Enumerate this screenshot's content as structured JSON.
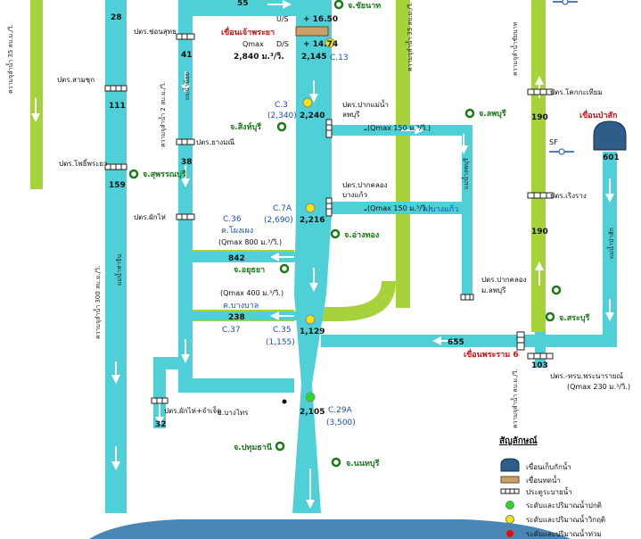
{
  "labels": {
    "flow_28": "28",
    "flow_111": "111",
    "flow_159": "159",
    "flow_41": "41",
    "flow_38": "38",
    "flow_32": "32",
    "flow_55": "55",
    "reg_1": "ปตร.ช่อนสุทธ",
    "reg_2": "ปตร.สามชุก",
    "reg_3": "ปตร.โพธิ์พระยา",
    "reg_4": "ปตร.ยางมณี",
    "reg_5": "ปตร.ผักไห่",
    "reg_6": "ปตร.ผักไห่+จำเจ็ด",
    "reg_7a": "ปตร.ปากแม่น้ำ",
    "reg_7b": "ลพบุรี",
    "reg_8a": "ปตร.ปากคลอง",
    "reg_8b": "บางแก้ว",
    "reg_9a": "ปตร.ปากคลอง",
    "reg_9b": "ม.ลพบุรี",
    "reg_10": "ปตร.โคกกะเทียม",
    "reg_11": "ปตร.เริงราง",
    "reg_12": "ปตร.-ทรบ.พระนารายณ์",
    "qmax_230": "(Qmax 230 ม.³/วิ.)",
    "us": "U/S",
    "ds": "D/S",
    "us_value": "+ 16.50",
    "ds_value": "+ 14.74",
    "dam_name": "เขื่อนเจ้าพระยา",
    "qmax": "Qmax",
    "qmax_value": "2,840 ม.³/วิ.",
    "flow_2145": "2,145",
    "c13": "C.13",
    "c3": "C.3",
    "c3_value": "(2,340)",
    "flow_2240": "2,240",
    "max_150_a": "(Qmax 150 ม.³/วิ.)",
    "max_150_b": "(Qmax 150 ม.³/วิ.)",
    "dash_a": "-",
    "dash_b": "-",
    "c7a": "C.7A",
    "c7a_value": "(2,690)",
    "flow_2216": "2,216",
    "bang_kaeo": "ค.บางแก้ว",
    "c36": "C.36",
    "phong_pheng": "ค.โผงเผง",
    "qmax_800": "(Qmax 800 ม.³/วิ.)",
    "flow_842": "842",
    "ayutthaya": "จ.อยุธยา",
    "qmax_400": "(Qmax 400 ม.³/วิ.)",
    "bang_ban": "ค.บางบาล",
    "flow_238": "238",
    "c37": "C.37",
    "c35": "C.35",
    "flow_1129": "1,129",
    "c35_value": "(1,155)",
    "flow_655": "655",
    "rama6_dam": "เขื่อนพระราม 6",
    "flow_103": "103",
    "flow_190_a": "190",
    "flow_190_b": "190",
    "flow_601": "601",
    "pasak_dam": "เขื่อนป่าสัก",
    "sf": "SF",
    "flow_2105": "2,105",
    "c29a": "C.29A",
    "c29a_value": "(3,500)",
    "bang_sai": "อ.บางไทร"
  },
  "provinces": {
    "chainat": "จ.ชัยนาท",
    "singburi": "จ.สิงห์บุรี",
    "lopburi": "จ.ลพบุรี",
    "suphanburi": "จ.สุพรรณบุรี",
    "angthong": "จ.อ่างทอง",
    "saraburi": "จ.สระบุรี",
    "pathumthani": "จ.ปทุมธานี",
    "nonthaburi": "จ.นนทบุรี"
  },
  "vertical": {
    "v1": "ความจุลำน้ำ 35 ลบ.ม./วิ.",
    "v2": "ความจุลำน้ำ 300 ลบ.ม./วิ.",
    "tha_chin": "แม่น้ำท่าจีน",
    "v3": "ความจุลำน้ำ 2 ลบ.ม./วิ.",
    "noi": "แม่น้ำน้อย",
    "v4": "ความจุลำน้ำ 35 ลบ.ม./วิ.",
    "lop_buri": "แม่น้ำลพบุรี",
    "v5": "ความจุลำน้ำชัยนาท",
    "v6": "ความจุลำน้ำ ลบ.ม./วิ.",
    "pasak": "แม่น้ำป่าสัก"
  },
  "legend": {
    "title": "สัญลักษณ์",
    "reservoir": "เขื่อนเก็บกักน้ำ",
    "barrage": "เขื่อนทดน้ำ",
    "regulator": "ประตูระบายน้ำ",
    "normal": "ระดับและปริมาณน้ำปกติ",
    "critical": "ระดับและปริมาณน้ำวิกฤติ",
    "flood": "ระดับและปริมาณน้ำท่วม"
  },
  "colors": {
    "river": "#4fcfd6",
    "bank": "#a6d23c",
    "sea": "#4a86b5",
    "normal": "#22dd22",
    "critical": "#f2e312",
    "flood": "#dd1111",
    "dam_label": "#d01010",
    "station_label": "#1a4fbf",
    "province_label": "#1a7a1a"
  }
}
